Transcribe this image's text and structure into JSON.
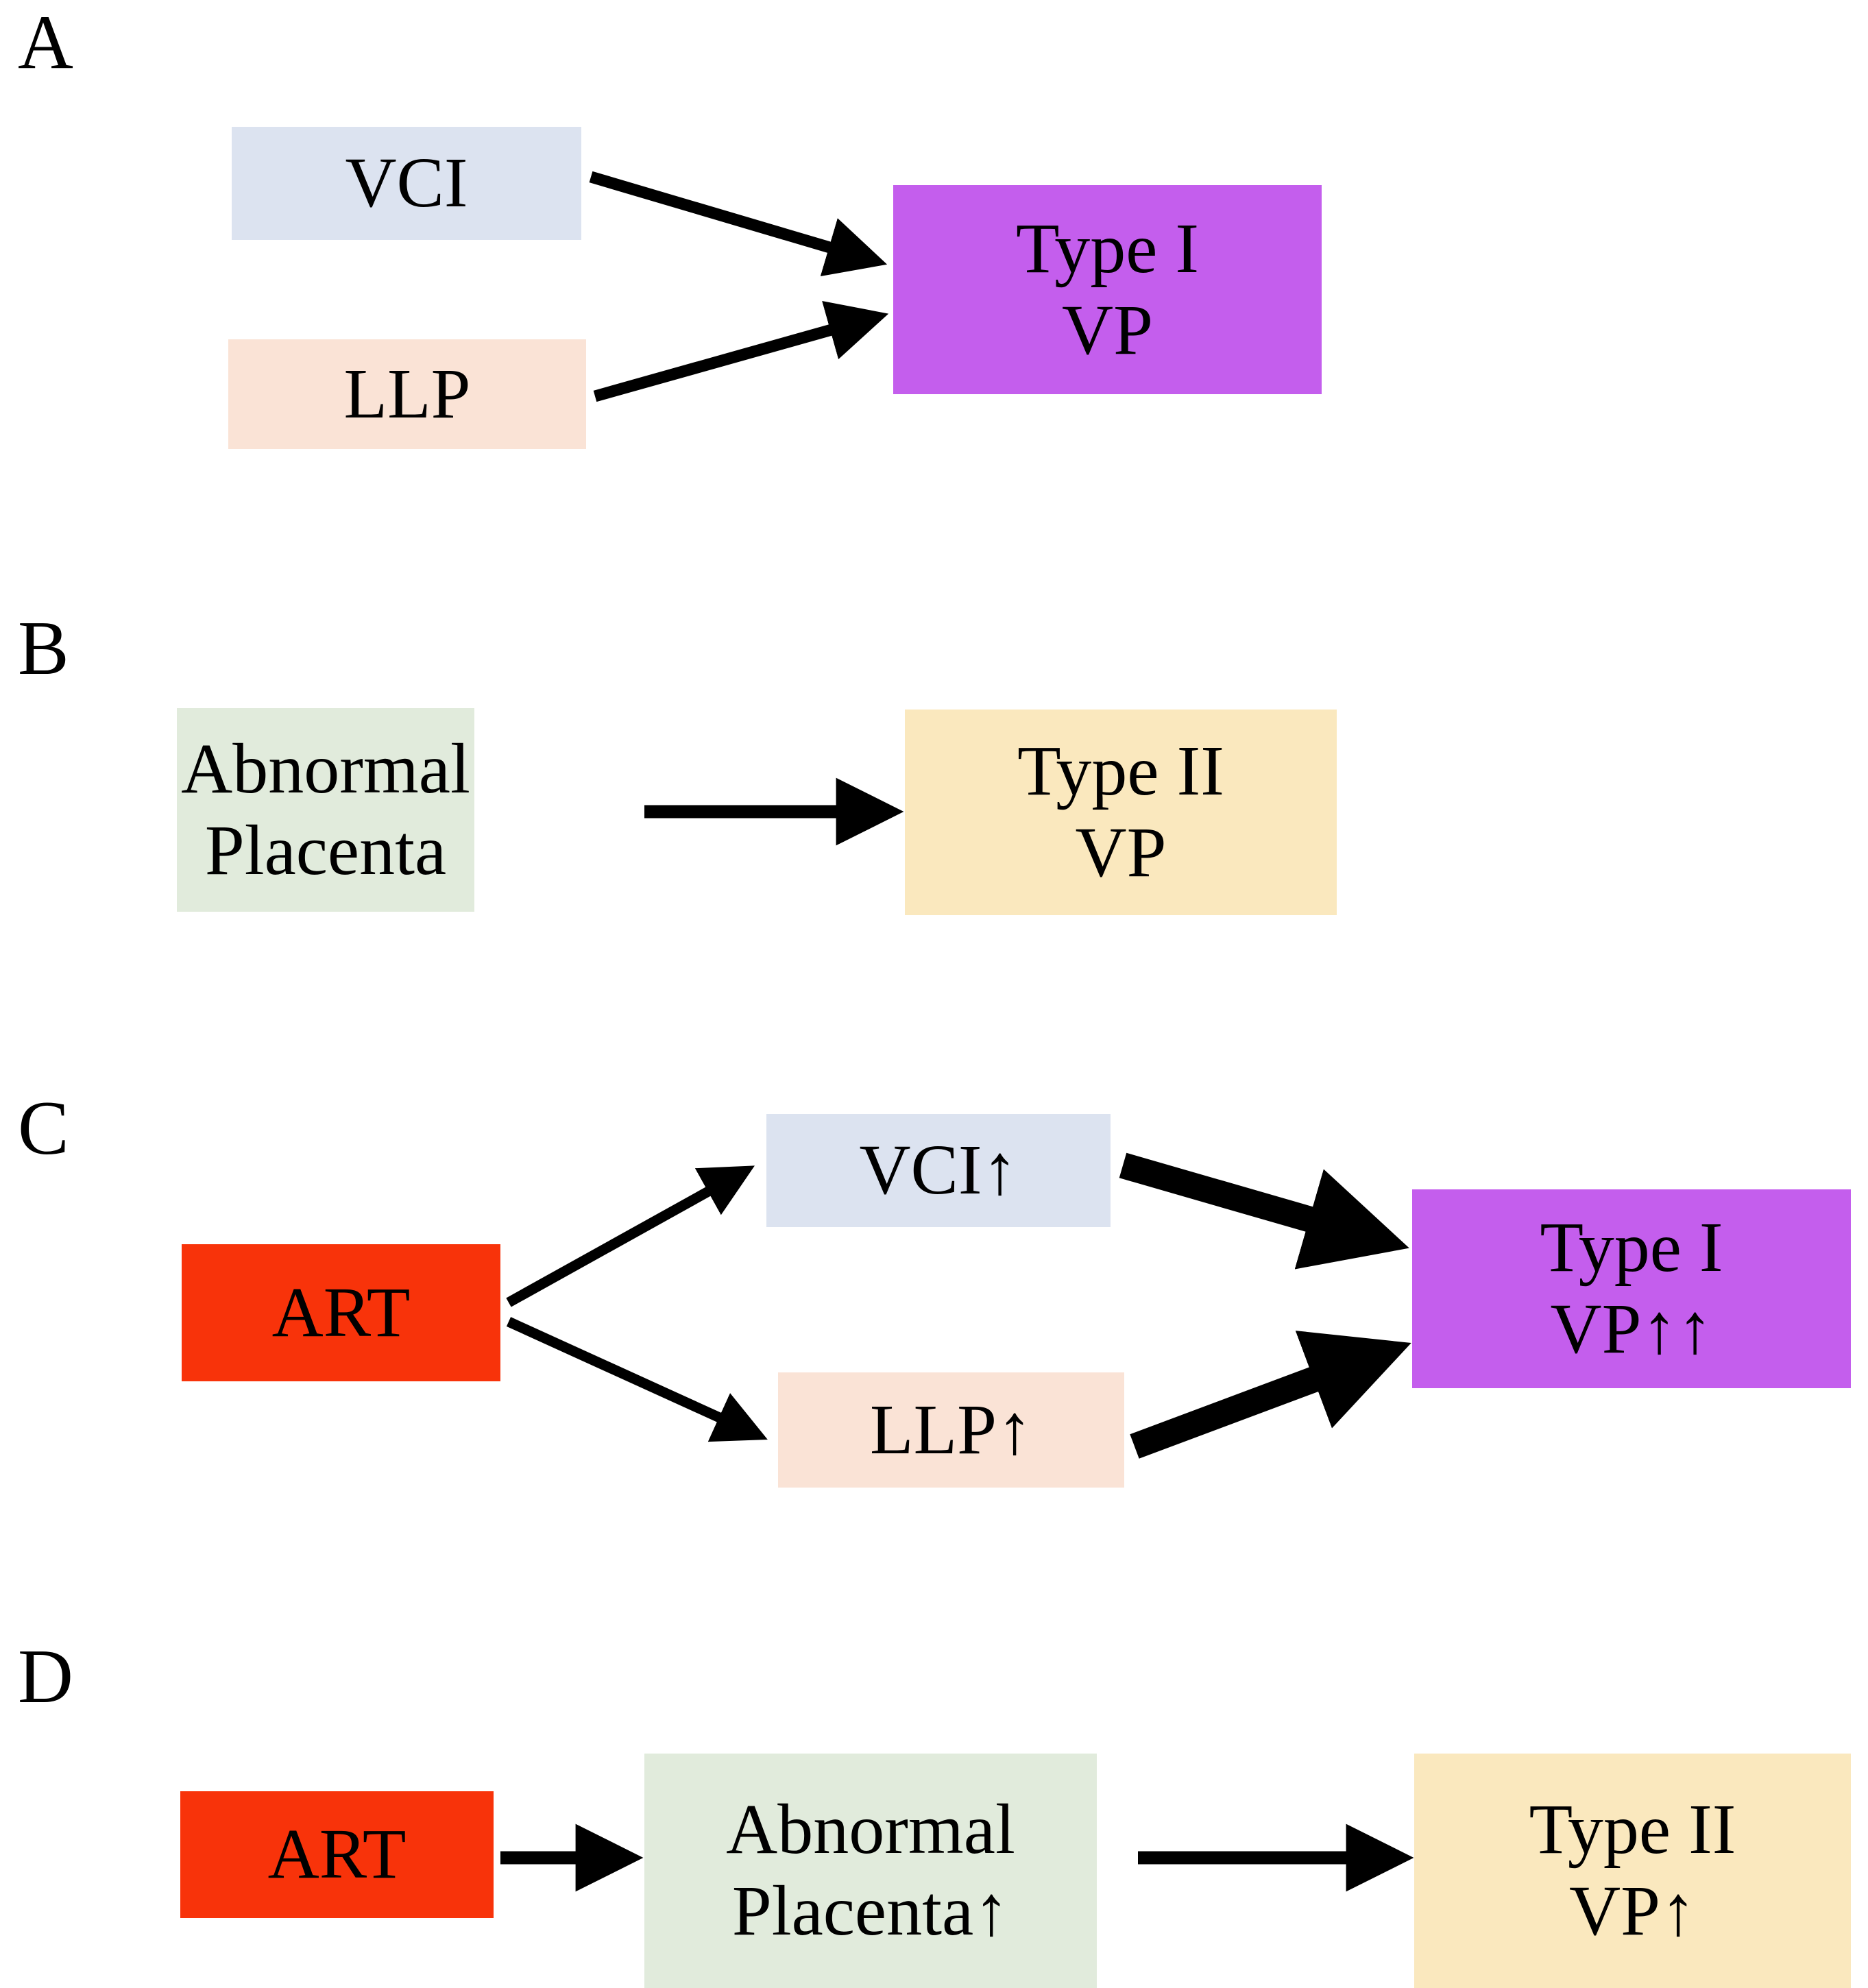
{
  "figure": {
    "type": "diagram",
    "description": "Four-panel schematic (A-D) of pathways leading to Type I and Type II vasa previa (VP), with and without assisted reproductive technology (ART).",
    "background_color": "#FFFFFF",
    "text_color": "#000000",
    "arrow_color": "#000000"
  },
  "colors": {
    "vci_blue": "#DCE3F0",
    "llp_peach": "#FAE3D6",
    "type1_purple": "#C45EED",
    "placenta_green": "#E1EBDC",
    "type2_cream": "#FAE8BE",
    "art_red": "#F8330A"
  },
  "panels": [
    {
      "id": "A",
      "letter": "A",
      "nodes": [
        {
          "id": "a-vci",
          "label": "VCI",
          "color_key": "vci_blue"
        },
        {
          "id": "a-llp",
          "label": "LLP",
          "color_key": "llp_peach"
        },
        {
          "id": "a-type1",
          "label": "Type I\nVP",
          "color_key": "type1_purple"
        }
      ],
      "edges": [
        {
          "from": "a-vci",
          "to": "a-type1",
          "weight": "thin"
        },
        {
          "from": "a-llp",
          "to": "a-type1",
          "weight": "thin"
        }
      ]
    },
    {
      "id": "B",
      "letter": "B",
      "nodes": [
        {
          "id": "b-placenta",
          "label": "Abnormal\nPlacenta",
          "color_key": "placenta_green"
        },
        {
          "id": "b-type2",
          "label": "Type II\nVP",
          "color_key": "type2_cream"
        }
      ],
      "edges": [
        {
          "from": "b-placenta",
          "to": "b-type2",
          "weight": "thin"
        }
      ]
    },
    {
      "id": "C",
      "letter": "C",
      "nodes": [
        {
          "id": "c-art",
          "label": "ART",
          "color_key": "art_red"
        },
        {
          "id": "c-vci",
          "label": "VCI↑",
          "color_key": "vci_blue"
        },
        {
          "id": "c-llp",
          "label": "LLP↑",
          "color_key": "llp_peach"
        },
        {
          "id": "c-type1",
          "label": "Type I\nVP↑↑",
          "color_key": "type1_purple"
        }
      ],
      "edges": [
        {
          "from": "c-art",
          "to": "c-vci",
          "weight": "thin"
        },
        {
          "from": "c-art",
          "to": "c-llp",
          "weight": "thin"
        },
        {
          "from": "c-vci",
          "to": "c-type1",
          "weight": "thick"
        },
        {
          "from": "c-llp",
          "to": "c-type1",
          "weight": "thick"
        }
      ]
    },
    {
      "id": "D",
      "letter": "D",
      "nodes": [
        {
          "id": "d-art",
          "label": "ART",
          "color_key": "art_red"
        },
        {
          "id": "d-placenta",
          "label": "Abnormal\nPlacenta↑",
          "color_key": "placenta_green"
        },
        {
          "id": "d-type2",
          "label": "Type II\nVP↑",
          "color_key": "type2_cream"
        }
      ],
      "edges": [
        {
          "from": "d-art",
          "to": "d-placenta",
          "weight": "thin"
        },
        {
          "from": "d-placenta",
          "to": "d-type2",
          "weight": "thin"
        }
      ]
    }
  ]
}
